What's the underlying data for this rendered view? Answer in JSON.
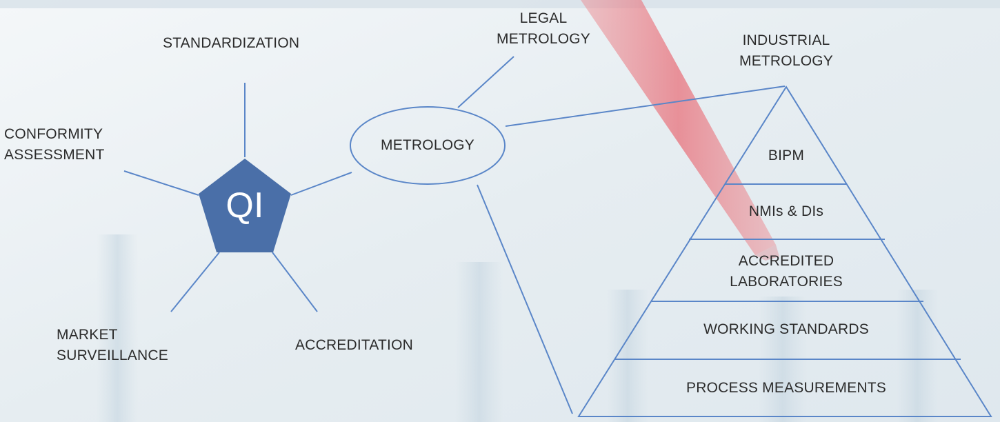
{
  "diagram": {
    "hub_label": "QI",
    "qi_components": {
      "standardization": "STANDARDIZATION",
      "conformity_assessment": "CONFORMITY\nASSESSMENT",
      "market_surveillance": "MARKET\nSURVEILLANCE",
      "accreditation": "ACCREDITATION",
      "metrology": "METROLOGY"
    },
    "metrology_branches": {
      "legal_metrology": "LEGAL\nMETROLOGY",
      "industrial_metrology": "INDUSTRIAL\nMETROLOGY"
    },
    "pyramid_levels": [
      "BIPM",
      "NMIs & DIs",
      "ACCREDITED\nLABORATORIES",
      "WORKING STANDARDS",
      "PROCESS MEASUREMENTS"
    ]
  },
  "colors": {
    "hub_fill": "#4a6fa8",
    "hub_text": "#ffffff",
    "line": "#5a86c8",
    "text": "#2b2b2b",
    "pipette": "#e8676f"
  }
}
